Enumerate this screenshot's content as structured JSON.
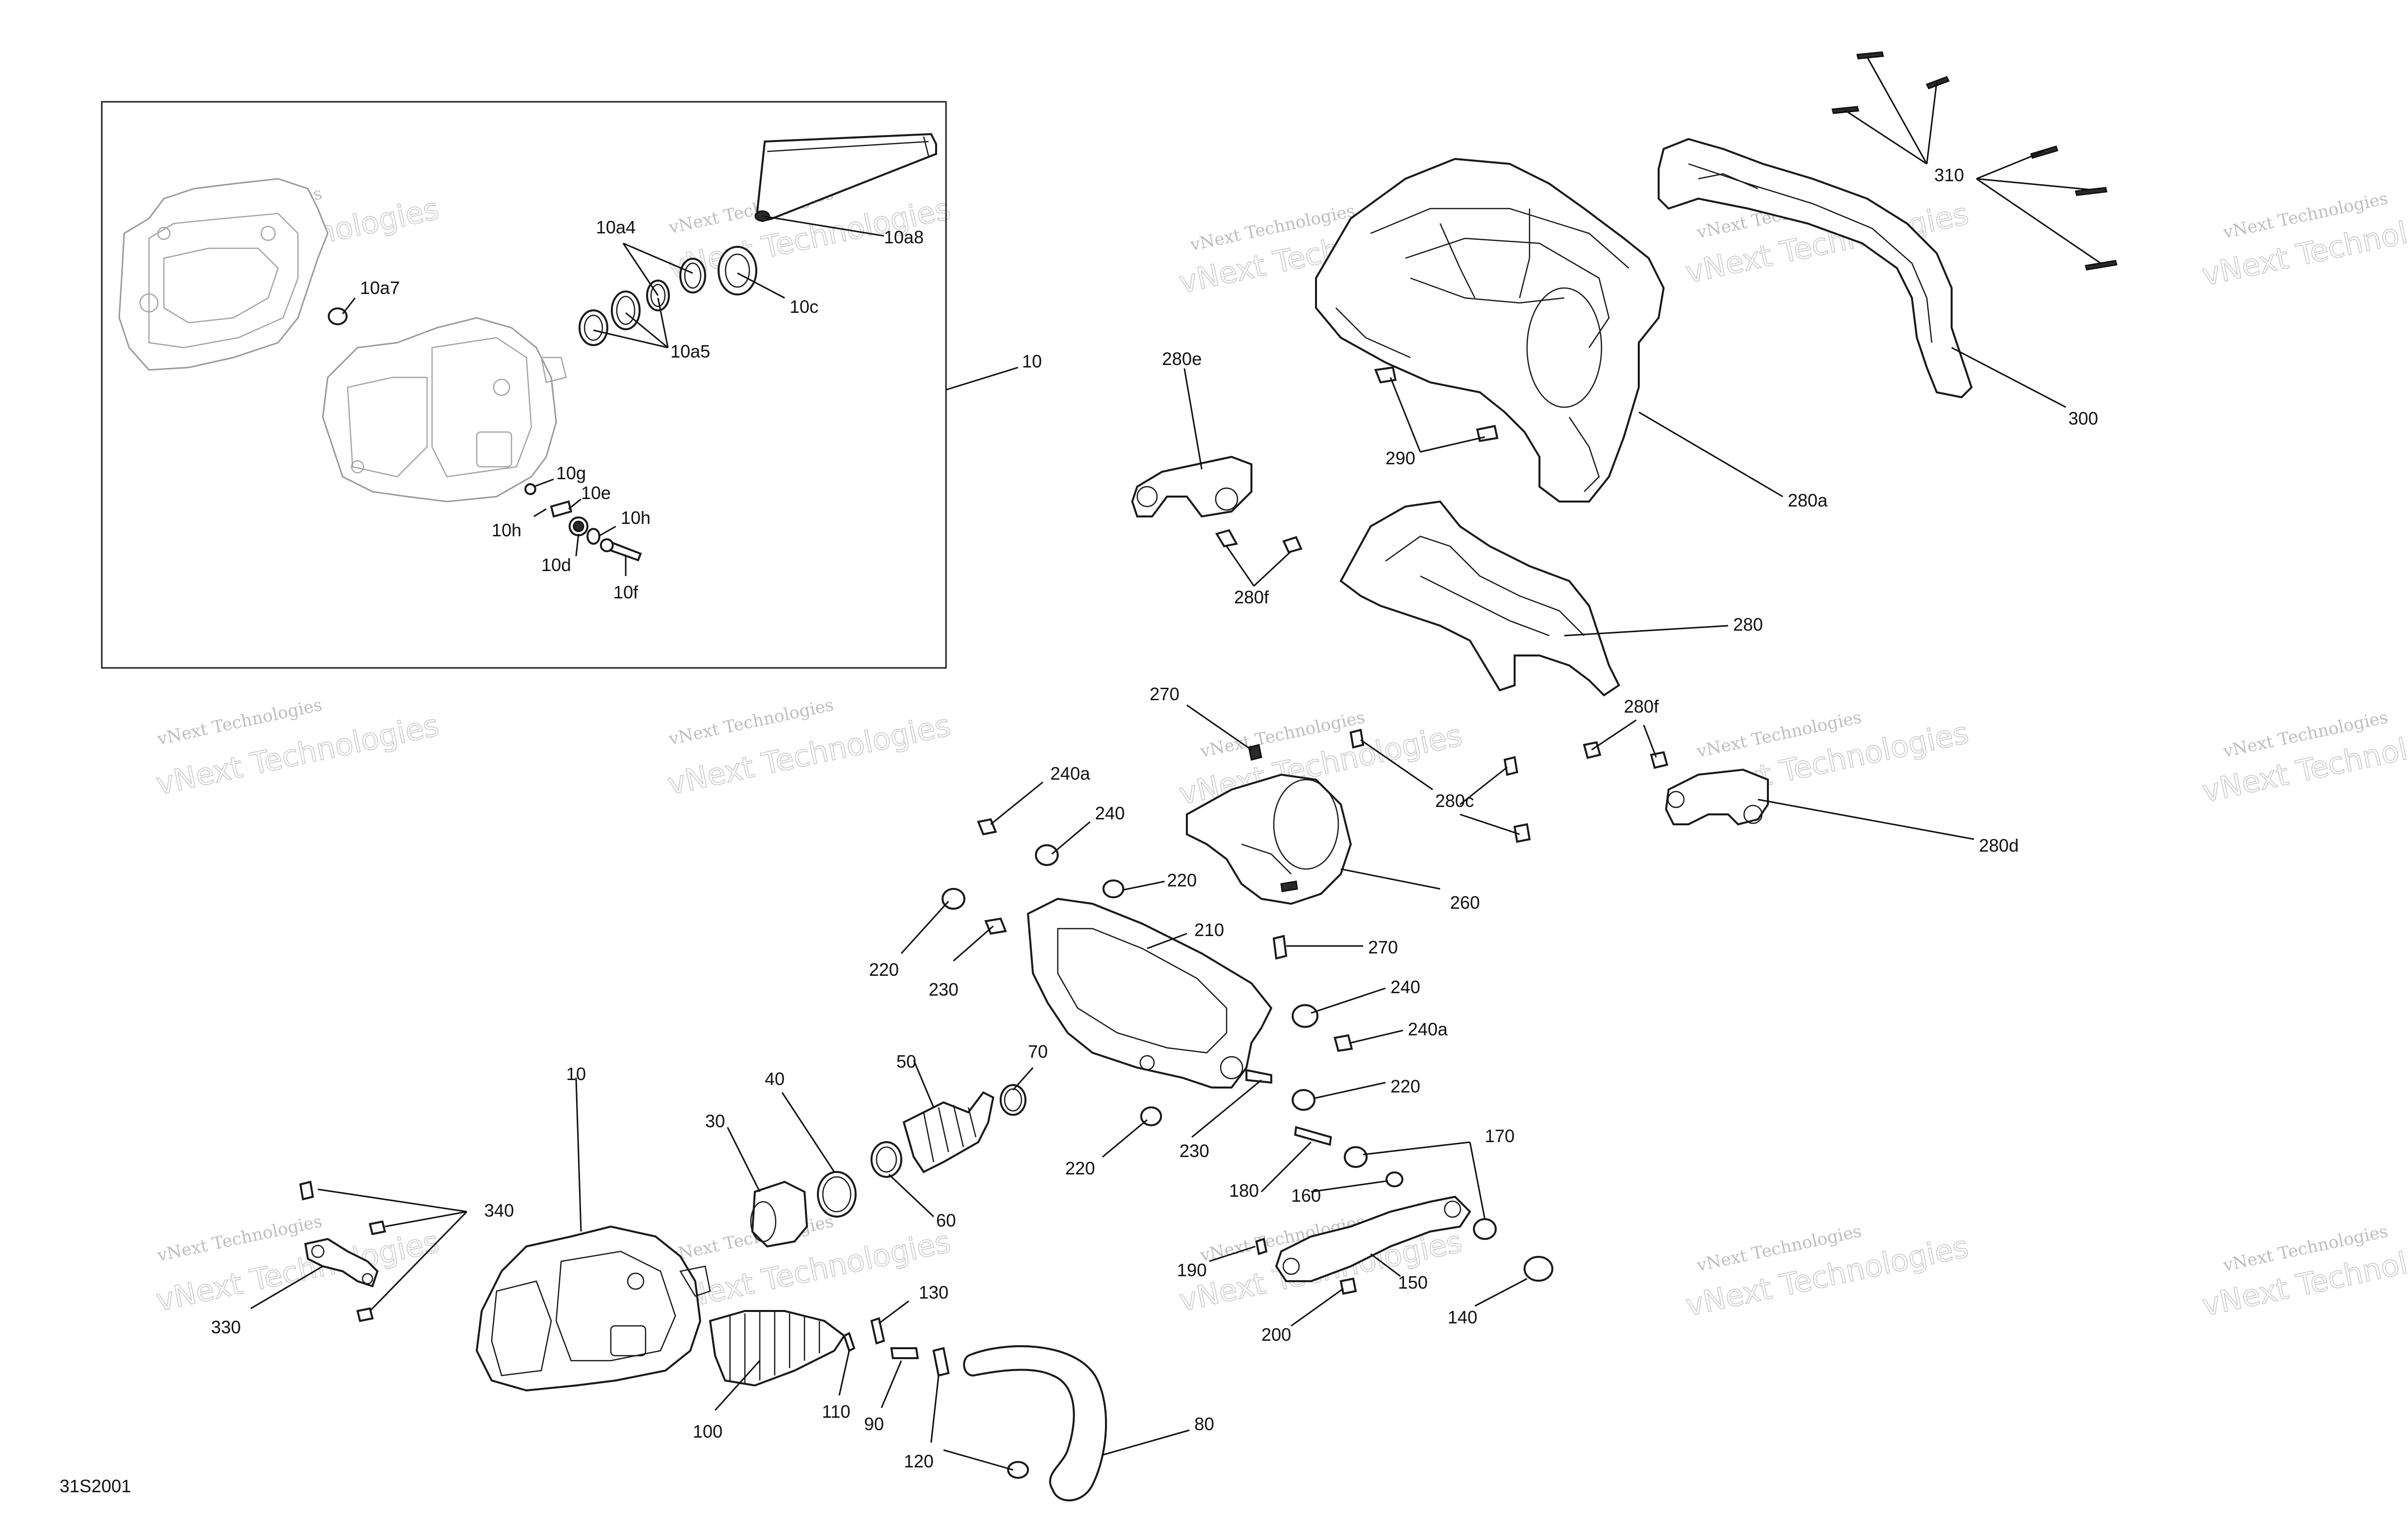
{
  "drawing_code": "31S2001",
  "watermark": {
    "line1": "vNext Technologies",
    "line2": "vNext Technologies"
  },
  "callouts": {
    "c10_top": "10",
    "c10a8": "10a8",
    "c10a4": "10a4",
    "c10a7": "10a7",
    "c10c": "10c",
    "c10a5": "10a5",
    "c10g": "10g",
    "c10e": "10e",
    "c10h_left": "10h",
    "c10h_right": "10h",
    "c10d": "10d",
    "c10f": "10f",
    "c280e": "280e",
    "c290": "290",
    "c280a": "280a",
    "c280f_top": "280f",
    "c280": "280",
    "c310": "310",
    "c300": "300",
    "c270_top": "270",
    "c280f_mid": "280f",
    "c280c": "280c",
    "c280d": "280d",
    "c240a_top": "240a",
    "c240_top": "240",
    "c220_top": "220",
    "c210": "210",
    "c260": "260",
    "c220_left": "220",
    "c230_top": "230",
    "c270_mid": "270",
    "c240_mid": "240",
    "c240a_mid": "240a",
    "c220_right": "220",
    "c220_bottom": "220",
    "c230_bottom": "230",
    "c10_bottom": "10",
    "c40": "40",
    "c50": "50",
    "c70": "70",
    "c30": "30",
    "c60": "60",
    "c170": "170",
    "c180": "180",
    "c160": "160",
    "c190": "190",
    "c150": "150",
    "c200": "200",
    "c140": "140",
    "c340": "340",
    "c330": "330",
    "c130": "130",
    "c100": "100",
    "c110": "110",
    "c90": "90",
    "c120": "120",
    "c80": "80"
  }
}
